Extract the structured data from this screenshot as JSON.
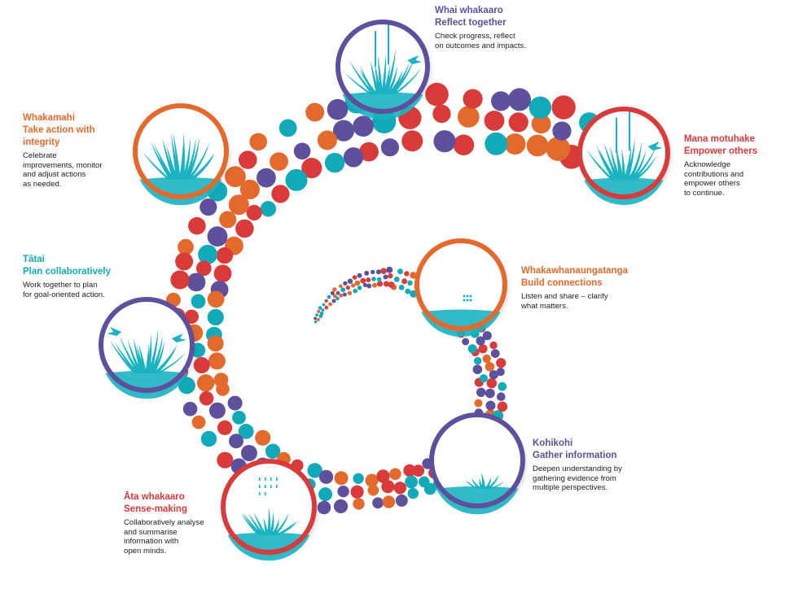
{
  "colors": {
    "red": "#d93a3a",
    "orange": "#e36a2c",
    "teal": "#12aab8",
    "purple": "#5e509c",
    "grass": "#1bb3c2"
  },
  "stages": [
    {
      "id": "whai",
      "maori": "Whai whakaaro",
      "english": "Reflect together",
      "desc": "Check progress, reflect\non outcomes and impacts.",
      "ring": "purple",
      "text_color": "purple",
      "icon": "tall-grass-birds-icon"
    },
    {
      "id": "mana",
      "maori": "Mana motuhake",
      "english": "Empower others",
      "desc": "Acknowledge\ncontributions and\nempower others\nto continue.",
      "ring": "red",
      "text_color": "red",
      "icon": "flowering-flax-bird-icon"
    },
    {
      "id": "whakawhanaunga",
      "maori": "Whakawhanaungatanga",
      "english": "Build connections",
      "desc": "Listen and share – clarify\nwhat matters.",
      "ring": "orange",
      "text_color": "orange",
      "icon": "seedling-water-icon"
    },
    {
      "id": "kohikohi",
      "maori": "Kohikohi",
      "english": "Gather information",
      "desc": "Deepen understanding by\ngathering evidence from\nmultiple perspectives.",
      "ring": "purple",
      "text_color": "purple",
      "icon": "small-grass-icon"
    },
    {
      "id": "ata",
      "maori": "Āta whakaaro",
      "english": "Sense-making",
      "desc": "Collaboratively analyse\nand summarise\ninformation with\nopen minds.",
      "ring": "red",
      "text_color": "red",
      "icon": "grass-rain-icon"
    },
    {
      "id": "tatai",
      "maori": "Tātai",
      "english": "Plan collaboratively",
      "desc": "Work together to plan\nfor goal-oriented action.",
      "ring": "purple",
      "text_color": "teal",
      "icon": "grass-birds-icon"
    },
    {
      "id": "whakamahi",
      "maori": "Whakamahi",
      "english": "Take action with\nintegrity",
      "desc": "Celebrate\nimprovements, monitor\nand adjust actions\nas needed.",
      "ring": "orange",
      "text_color": "orange",
      "icon": "large-flax-icon"
    }
  ]
}
